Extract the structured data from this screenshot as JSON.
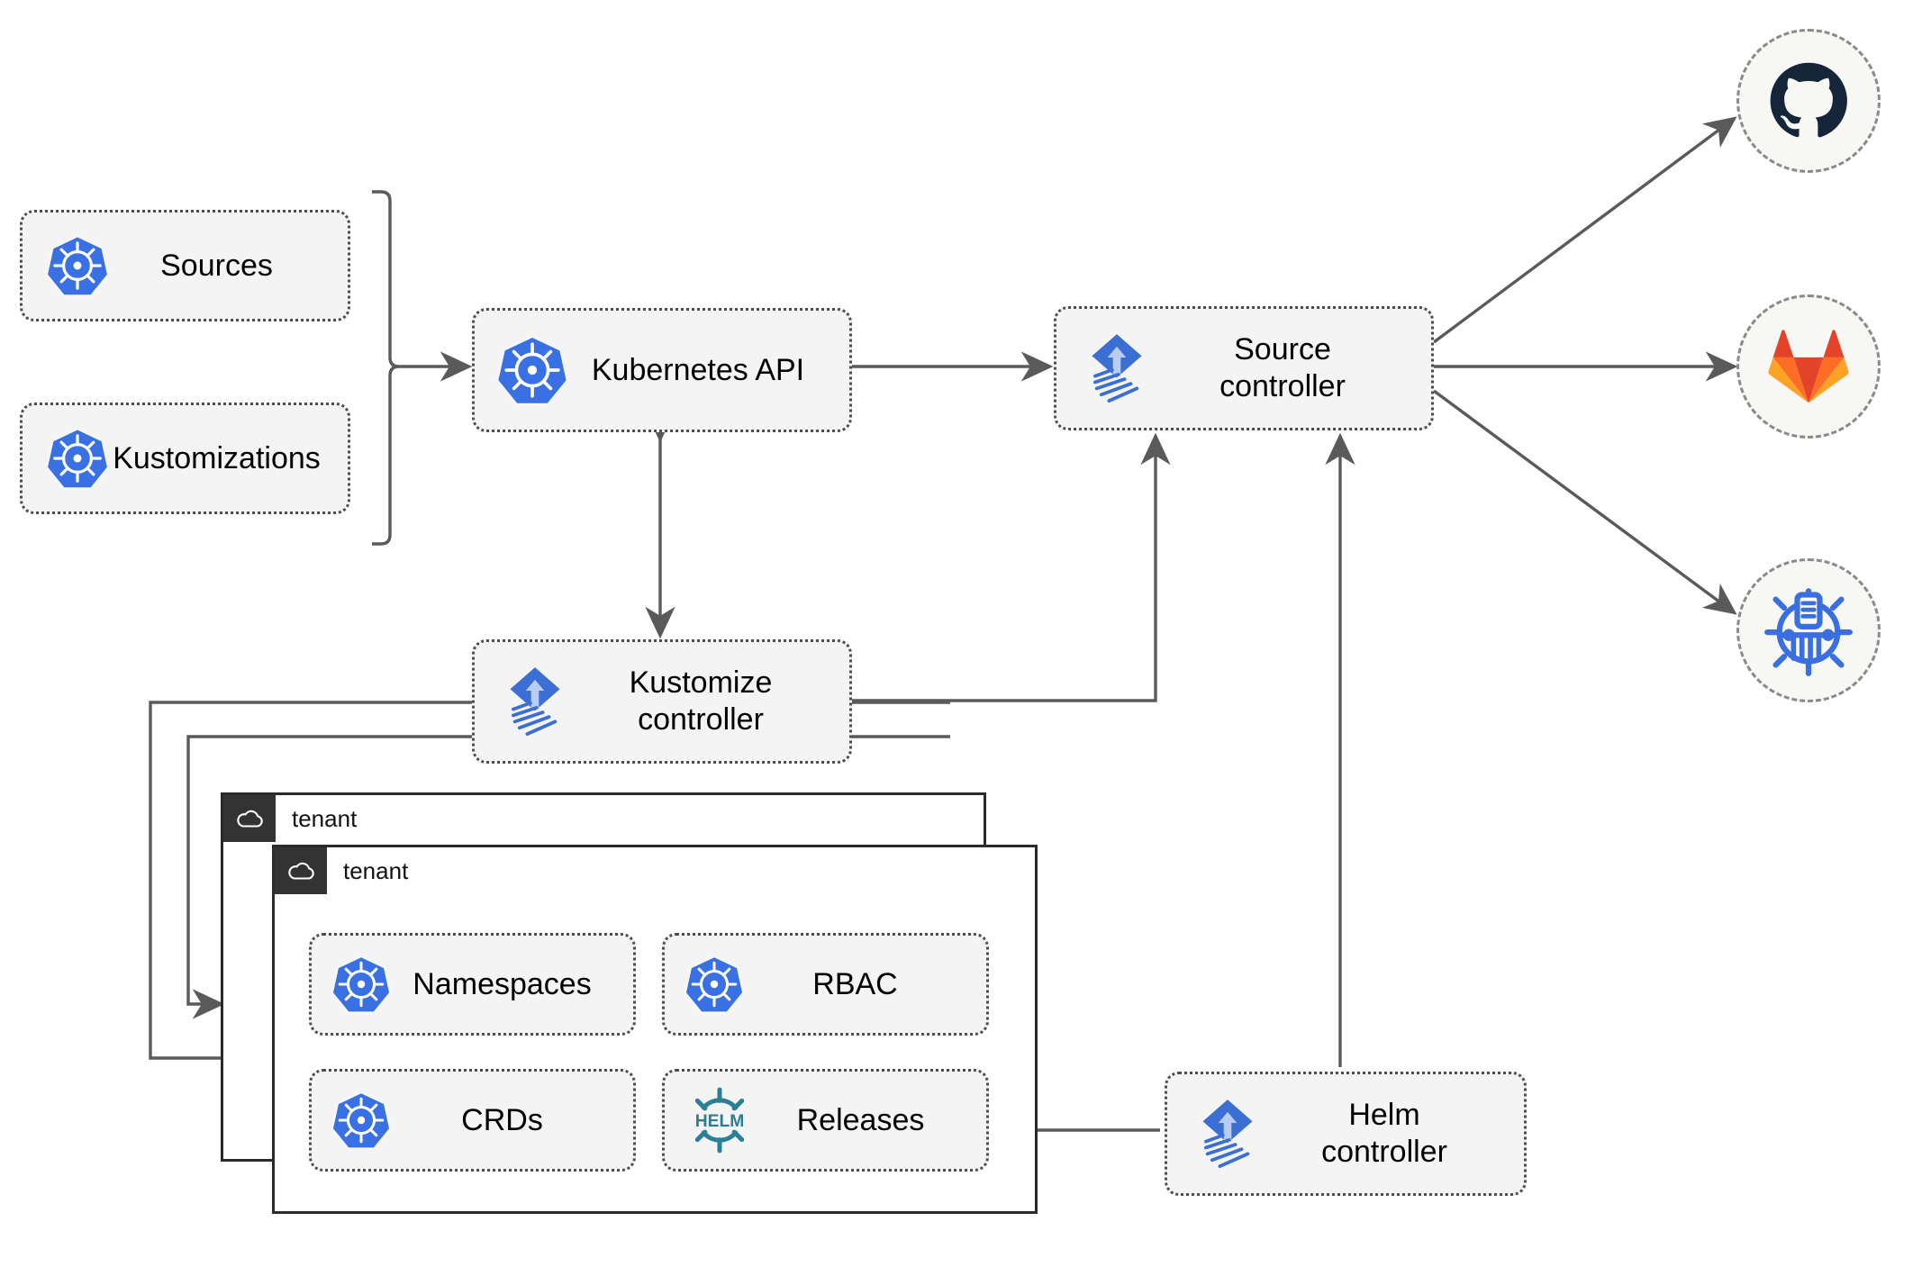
{
  "diagram": {
    "title": "Flux GitOps multi-tenancy architecture",
    "colors": {
      "kubernetes_blue": "#3970E4",
      "flux_blue": "#3b6fd4",
      "helm_teal": "#2a7f96",
      "github_navy": "#16263a",
      "gitlab_orange": "#e24329",
      "gitlab_amber": "#fca326",
      "helm_repo_blue": "#3a6fe0",
      "edge_gray": "#5a5a5a",
      "node_fill": "#f4f4f4",
      "node_border": "#4d4d4d",
      "tenant_border": "#2b2b2b",
      "tenant_chip": "#333333"
    },
    "nodes": [
      {
        "id": "sources",
        "label": "Sources",
        "icon": "kubernetes-icon"
      },
      {
        "id": "kustomizations",
        "label": "Kustomizations",
        "icon": "kubernetes-icon"
      },
      {
        "id": "kubernetes-api",
        "label": "Kubernetes API",
        "icon": "kubernetes-icon"
      },
      {
        "id": "source-controller",
        "label": "Source\ncontroller",
        "icon": "flux-icon"
      },
      {
        "id": "kustomize-controller",
        "label": "Kustomize\ncontroller",
        "icon": "flux-icon"
      },
      {
        "id": "helm-controller",
        "label": "Helm\ncontroller",
        "icon": "flux-icon"
      },
      {
        "id": "namespaces",
        "label": "Namespaces",
        "icon": "kubernetes-icon"
      },
      {
        "id": "rbac",
        "label": "RBAC",
        "icon": "kubernetes-icon"
      },
      {
        "id": "crds",
        "label": "CRDs",
        "icon": "kubernetes-icon"
      },
      {
        "id": "releases",
        "label": "Releases",
        "icon": "helm-icon"
      }
    ],
    "endpoints": [
      {
        "id": "github",
        "icon": "github-icon",
        "name": "GitHub"
      },
      {
        "id": "gitlab",
        "icon": "gitlab-icon",
        "name": "GitLab"
      },
      {
        "id": "helm-repo",
        "icon": "helm-repo-icon",
        "name": "Helm repository"
      }
    ],
    "tenants": [
      {
        "id": "tenant-back",
        "label": "tenant",
        "icon": "cloud-icon"
      },
      {
        "id": "tenant-front",
        "label": "tenant",
        "icon": "cloud-icon"
      }
    ],
    "edges": [
      {
        "from": "sources+kustomizations",
        "to": "kubernetes-api",
        "type": "brace-arrow"
      },
      {
        "from": "kubernetes-api",
        "to": "source-controller",
        "type": "bidirectional"
      },
      {
        "from": "kubernetes-api",
        "to": "kustomize-controller",
        "type": "bidirectional"
      },
      {
        "from": "kustomize-controller",
        "to": "source-controller",
        "type": "arrow"
      },
      {
        "from": "helm-controller",
        "to": "source-controller",
        "type": "arrow"
      },
      {
        "from": "source-controller",
        "to": "github",
        "type": "arrow"
      },
      {
        "from": "source-controller",
        "to": "gitlab",
        "type": "arrow"
      },
      {
        "from": "source-controller",
        "to": "helm-repo",
        "type": "arrow"
      },
      {
        "from": "kustomize-controller",
        "to": "tenant-back",
        "type": "arrow"
      },
      {
        "from": "kustomize-controller",
        "to": "tenant-front",
        "type": "arrow"
      },
      {
        "from": "helm-controller",
        "to": "releases",
        "type": "arrow"
      }
    ]
  }
}
